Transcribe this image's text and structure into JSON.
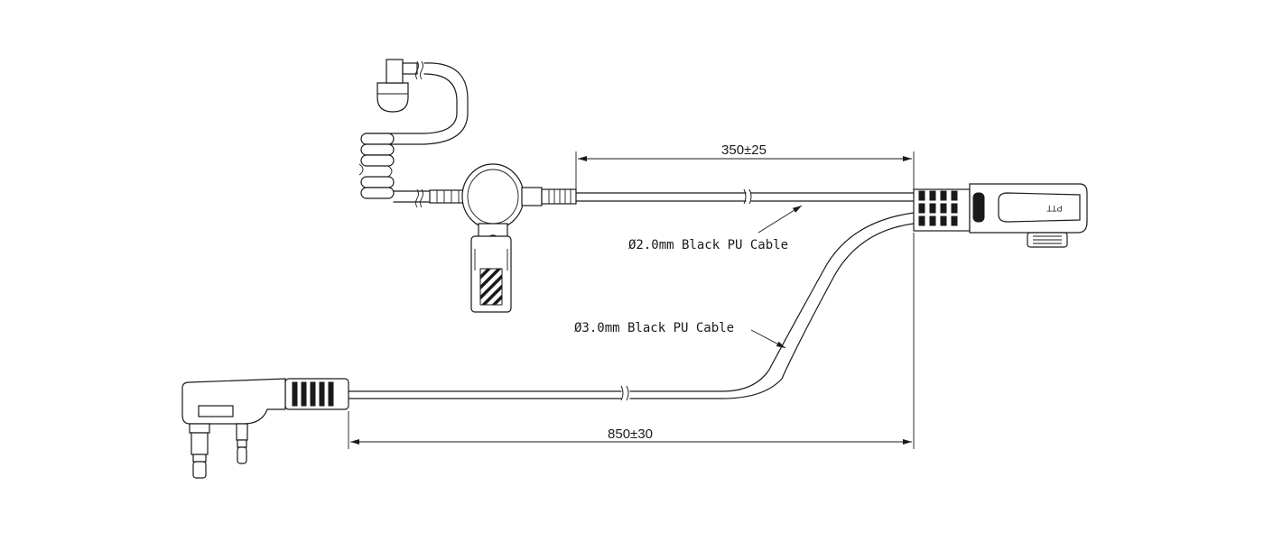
{
  "dimensions": {
    "upper_cable_length": "350±25",
    "lower_cable_length": "850±30"
  },
  "callouts": {
    "upper_cable": "Ø2.0mm Black PU Cable",
    "lower_cable": "Ø3.0mm Black PU Cable"
  },
  "ptt_label": "PTT"
}
